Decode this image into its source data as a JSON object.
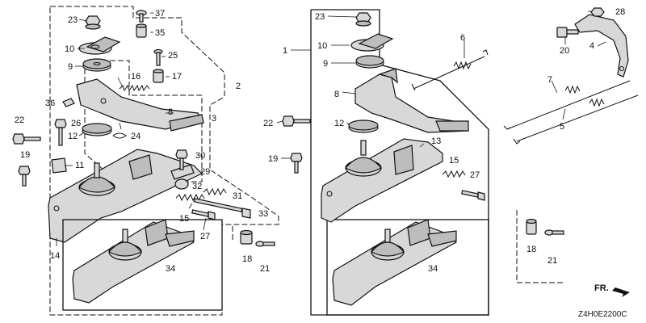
{
  "labels": {
    "l1": "1",
    "l2": "2",
    "l3": "3",
    "l4": "4",
    "l5": "5",
    "l6": "6",
    "l7": "7",
    "l8a": "8",
    "l8b": "8",
    "l9a": "9",
    "l9b": "9",
    "l10a": "10",
    "l10b": "10",
    "l11": "11",
    "l12a": "12",
    "l12b": "12",
    "l13": "13",
    "l14": "14",
    "l15a": "15",
    "l15b": "15",
    "l16": "16",
    "l17": "17",
    "l18a": "18",
    "l18b": "18",
    "l19a": "19",
    "l19b": "19",
    "l20": "20",
    "l21a": "21",
    "l21b": "21",
    "l22a": "22",
    "l22b": "22",
    "l23a": "23",
    "l23b": "23",
    "l24": "24",
    "l25": "25",
    "l26": "26",
    "l27a": "27",
    "l27b": "27",
    "l28": "28",
    "l29": "29",
    "l30": "30",
    "l31": "31",
    "l32": "32",
    "l33": "33",
    "l34a": "34",
    "l34b": "34",
    "l35": "35",
    "l36": "36",
    "l37": "37"
  },
  "drawing_code": "Z4H0E2200C",
  "direction_mark": "FR."
}
